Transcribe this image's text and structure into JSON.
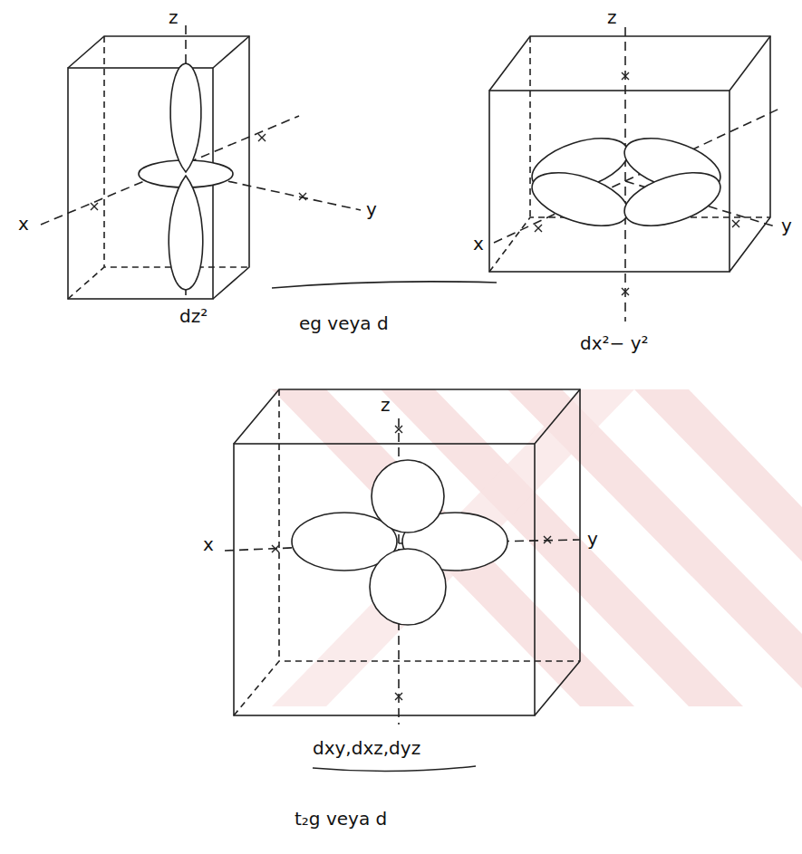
{
  "diagram": {
    "labels": [
      "z",
      "x",
      "y",
      "dz²",
      "eg veya d",
      "z",
      "x",
      "y",
      "dx²− y²",
      "z",
      "x",
      "y",
      "dxy,dxz,dyz",
      "t₂g veya d"
    ]
  }
}
